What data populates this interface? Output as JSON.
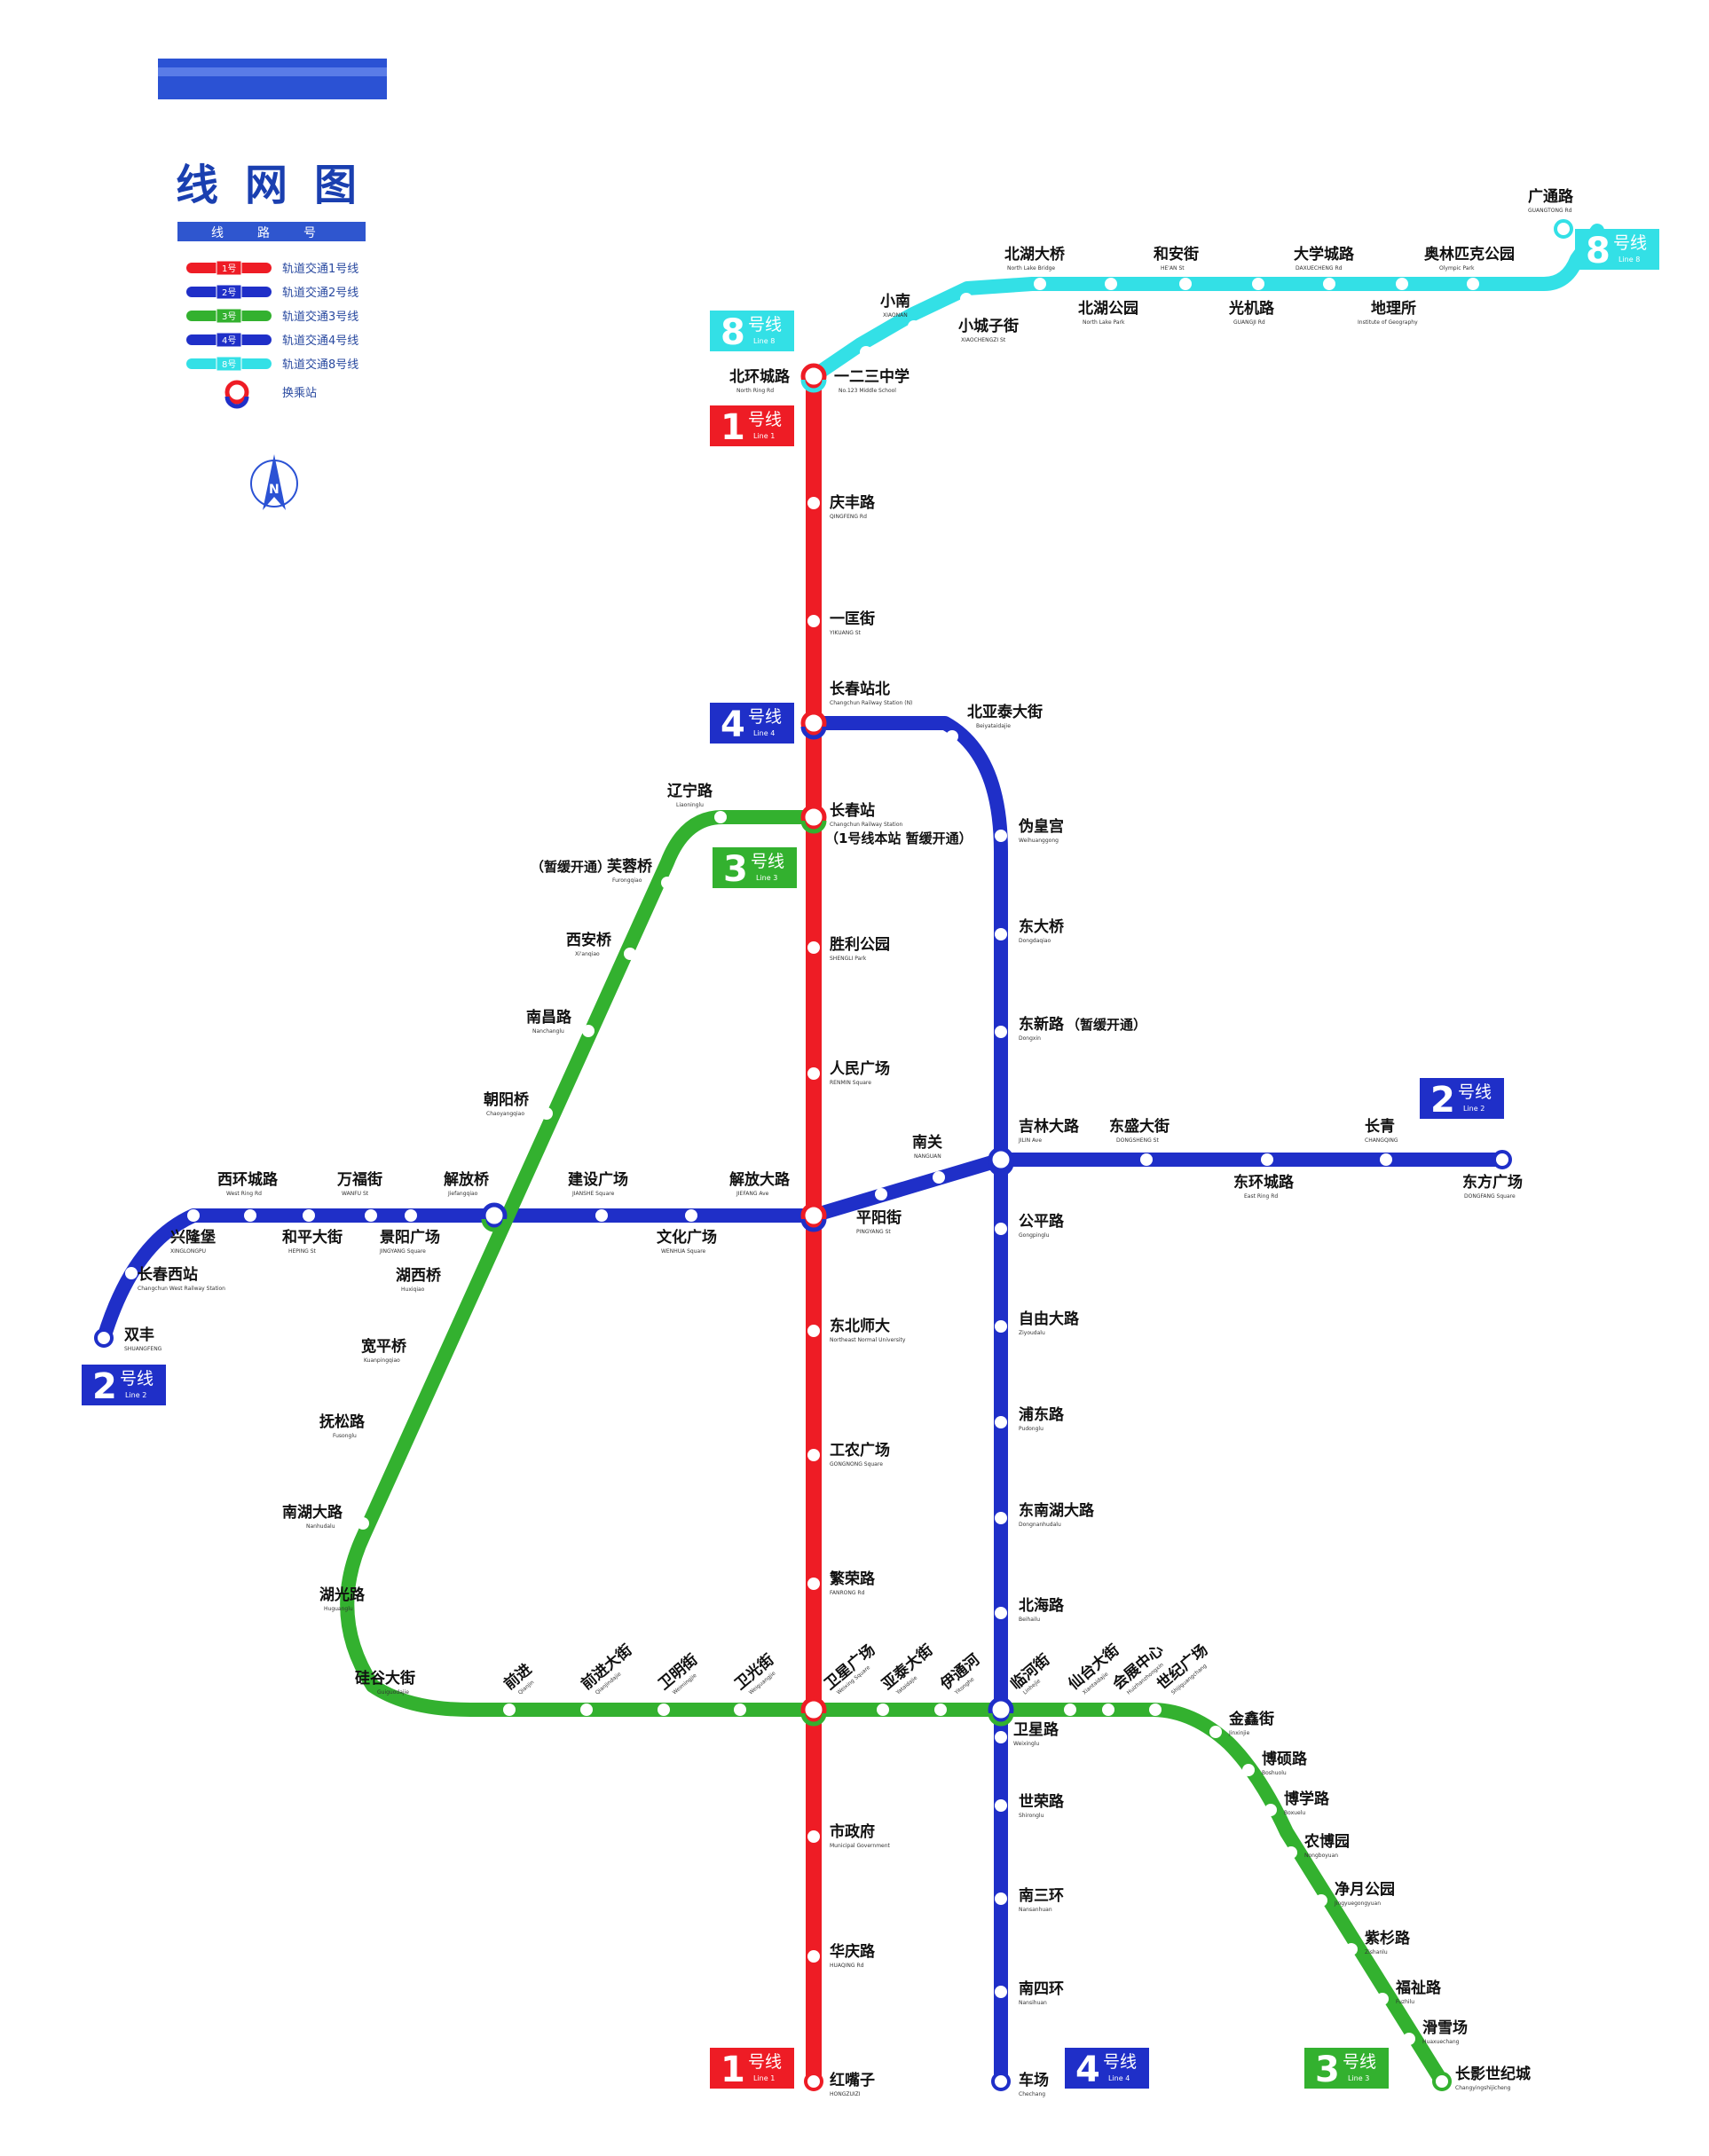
{
  "map_title": "线网图",
  "legend": {
    "header": "线路号",
    "items": [
      {
        "code": "1号",
        "label": "轨道交通1号线",
        "color": "#ee1c25"
      },
      {
        "code": "2号",
        "label": "轨道交通2号线",
        "color": "#1f2fc8"
      },
      {
        "code": "3号",
        "label": "轨道交通3号线",
        "color": "#33b12f"
      },
      {
        "code": "4号",
        "label": "轨道交通4号线",
        "color": "#1f2fc8"
      },
      {
        "code": "8号",
        "label": "轨道交通8号线",
        "color": "#33e0e6"
      }
    ],
    "transfer_label": "换乘站"
  },
  "compass": {
    "letter": "N"
  },
  "badges": [
    {
      "num": "8",
      "txt": "号线",
      "en": "Line 8"
    },
    {
      "num": "1",
      "txt": "号线",
      "en": "Line 1"
    },
    {
      "num": "4",
      "txt": "号线",
      "en": "Line 4"
    },
    {
      "num": "3",
      "txt": "号线",
      "en": "Line 3"
    },
    {
      "num": "2",
      "txt": "号线",
      "en": "Line 2"
    },
    {
      "num": "8",
      "txt": "号线",
      "en": "Line 8"
    },
    {
      "num": "2",
      "txt": "号线",
      "en": "Line 2"
    },
    {
      "num": "1",
      "txt": "号线",
      "en": "Line 1"
    },
    {
      "num": "4",
      "txt": "号线",
      "en": "Line 4"
    },
    {
      "num": "3",
      "txt": "号线",
      "en": "Line 3"
    }
  ],
  "stations": [
    {
      "cn": "北环城路",
      "en": "North Ring Rd"
    },
    {
      "cn": "一二三中学",
      "en": "No.123 Middle School"
    },
    {
      "cn": "小南",
      "en": "XIAONAN"
    },
    {
      "cn": "小城子街",
      "en": "XIAOCHENGZI St"
    },
    {
      "cn": "北湖大桥",
      "en": "North Lake Bridge"
    },
    {
      "cn": "北湖公园",
      "en": "North Lake Park"
    },
    {
      "cn": "和安街",
      "en": "HE'AN St"
    },
    {
      "cn": "光机路",
      "en": "GUANGJI Rd"
    },
    {
      "cn": "大学城路",
      "en": "DAXUECHENG Rd"
    },
    {
      "cn": "地理所",
      "en": "Institute of Geography"
    },
    {
      "cn": "奥林匹克公园",
      "en": "Olympic Park"
    },
    {
      "cn": "广通路",
      "en": "GUANGTONG Rd"
    },
    {
      "cn": "庆丰路",
      "en": "QINGFENG Rd"
    },
    {
      "cn": "一匡街",
      "en": "YIKUANG St"
    },
    {
      "cn": "长春站北",
      "en": "Changchun Railway Station (N)"
    },
    {
      "cn": "长春站",
      "en": "Changchun Railway Station"
    },
    {
      "cn": "胜利公园",
      "en": "SHENGLI Park"
    },
    {
      "cn": "人民广场",
      "en": "RENMIN Square"
    },
    {
      "cn": "解放大路",
      "en": "JIEFANG Ave"
    },
    {
      "cn": "东北师大",
      "en": "Northeast Normal University"
    },
    {
      "cn": "工农广场",
      "en": "GONGNONG Square"
    },
    {
      "cn": "繁荣路",
      "en": "FANRONG Rd"
    },
    {
      "cn": "卫星广场",
      "en": "Weixing Square"
    },
    {
      "cn": "市政府",
      "en": "Municipal Government"
    },
    {
      "cn": "华庆路",
      "en": "HUAQING Rd"
    },
    {
      "cn": "红嘴子",
      "en": "HONGZUIZI"
    },
    {
      "cn": "北亚泰大街",
      "en": "Beiyataidajie"
    },
    {
      "cn": "伪皇宫",
      "en": "Weihuanggong"
    },
    {
      "cn": "东大桥",
      "en": "Dongdaqiao"
    },
    {
      "cn": "东新路",
      "en": "Dongxin"
    },
    {
      "cn": "吉林大路",
      "en": "JILIN Ave"
    },
    {
      "cn": "公平路",
      "en": "Gongpinglu"
    },
    {
      "cn": "自由大路",
      "en": "Ziyoudalu"
    },
    {
      "cn": "浦东路",
      "en": "Pudonglu"
    },
    {
      "cn": "东南湖大路",
      "en": "Dongnanhudalu"
    },
    {
      "cn": "北海路",
      "en": "Beihailu"
    },
    {
      "cn": "临河街",
      "en": "Linhejie"
    },
    {
      "cn": "卫星路",
      "en": "Weixinglu"
    },
    {
      "cn": "世荣路",
      "en": "Shironglu"
    },
    {
      "cn": "南三环",
      "en": "Nansanhuan"
    },
    {
      "cn": "南四环",
      "en": "Nansihuan"
    },
    {
      "cn": "车场",
      "en": "Chechang"
    },
    {
      "cn": "双丰",
      "en": "SHUANGFENG"
    },
    {
      "cn": "长春西站",
      "en": "Changchun West Railway Station"
    },
    {
      "cn": "兴隆堡",
      "en": "XINGLONGPU"
    },
    {
      "cn": "西环城路",
      "en": "West Ring Rd"
    },
    {
      "cn": "和平大街",
      "en": "HEPING St"
    },
    {
      "cn": "万福街",
      "en": "WANFU St"
    },
    {
      "cn": "景阳广场",
      "en": "JINGYANG Square"
    },
    {
      "cn": "解放桥",
      "en": "Jiefangqiao"
    },
    {
      "cn": "建设广场",
      "en": "JIANSHE Square"
    },
    {
      "cn": "文化广场",
      "en": "WENHUA Square"
    },
    {
      "cn": "平阳街",
      "en": "PINGYANG St"
    },
    {
      "cn": "南关",
      "en": "NANGUAN"
    },
    {
      "cn": "东盛大街",
      "en": "DONGSHENG St"
    },
    {
      "cn": "东环城路",
      "en": "East Ring Rd"
    },
    {
      "cn": "长青",
      "en": "CHANGQING"
    },
    {
      "cn": "东方广场",
      "en": "DONGFANG Square"
    },
    {
      "cn": "辽宁路",
      "en": "Liaoninglu"
    },
    {
      "cn": "芙蓉桥",
      "en": "Furongqiao"
    },
    {
      "cn": "西安桥",
      "en": "Xi'anqiao"
    },
    {
      "cn": "南昌路",
      "en": "Nanchanglu"
    },
    {
      "cn": "朝阳桥",
      "en": "Chaoyangqiao"
    },
    {
      "cn": "湖西桥",
      "en": "Huxiqiao"
    },
    {
      "cn": "宽平桥",
      "en": "Kuanpingqiao"
    },
    {
      "cn": "抚松路",
      "en": "Fusonglu"
    },
    {
      "cn": "南湖大路",
      "en": "Nanhudalu"
    },
    {
      "cn": "湖光路",
      "en": "Huguanglu"
    },
    {
      "cn": "硅谷大街",
      "en": "Guiguodajie"
    },
    {
      "cn": "前进",
      "en": "Qianjin"
    },
    {
      "cn": "前进大街",
      "en": "Qianjindajie"
    },
    {
      "cn": "卫明街",
      "en": "Weimingjie"
    },
    {
      "cn": "卫光街",
      "en": "Weiguangjie"
    },
    {
      "cn": "亚泰大街",
      "en": "Yataidajie"
    },
    {
      "cn": "伊通河",
      "en": "Yitonghe"
    },
    {
      "cn": "仙台大街",
      "en": "Xiantaidajie"
    },
    {
      "cn": "会展中心",
      "en": "Huizhanzhongxin"
    },
    {
      "cn": "世纪广场",
      "en": "Shijiguangchang"
    },
    {
      "cn": "金鑫街",
      "en": "Jinxinjie"
    },
    {
      "cn": "博硕路",
      "en": "Boshuolu"
    },
    {
      "cn": "博学路",
      "en": "Boxuelu"
    },
    {
      "cn": "农博园",
      "en": "Nongboyuan"
    },
    {
      "cn": "净月公园",
      "en": "Jingyuegongyuan"
    },
    {
      "cn": "紫杉路",
      "en": "Zishanlu"
    },
    {
      "cn": "福祉路",
      "en": "Fuzhilu"
    },
    {
      "cn": "滑雪场",
      "en": "Huaxuechang"
    },
    {
      "cn": "长影世纪城",
      "en": "Changyingshijicheng"
    }
  ],
  "notes": [
    {
      "text": "（1号线本站 暂缓开通）"
    },
    {
      "text": "（暂缓开通）"
    },
    {
      "text": "（暂缓开通）"
    }
  ]
}
